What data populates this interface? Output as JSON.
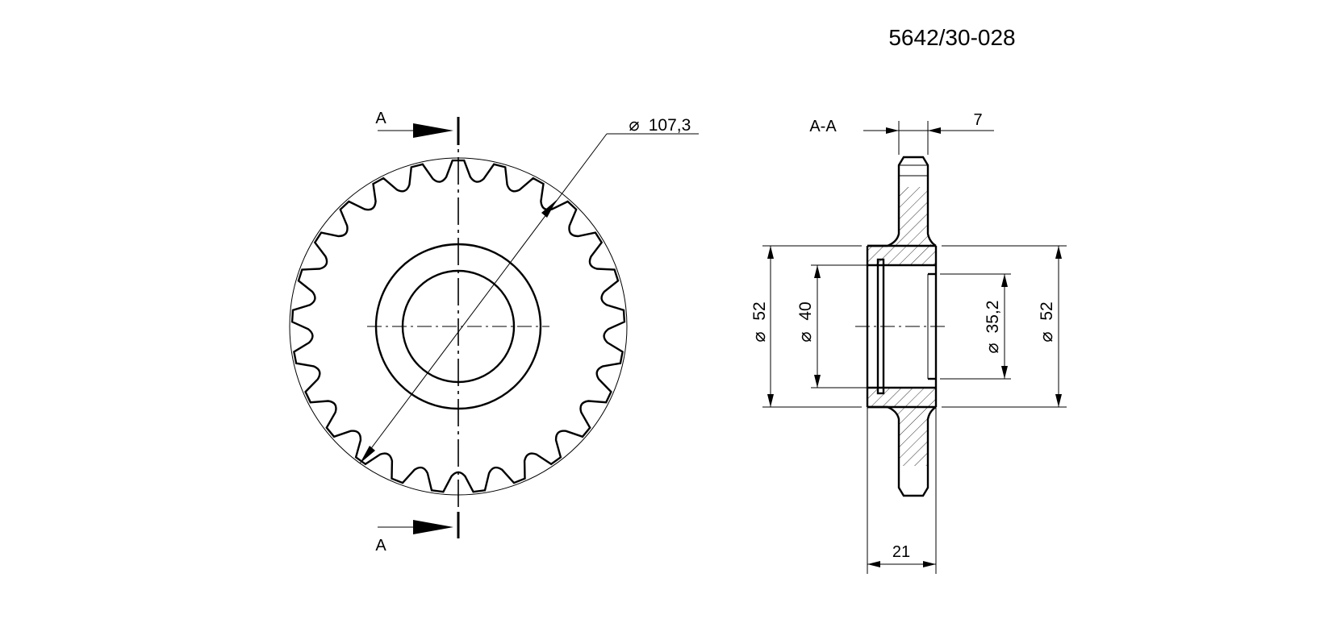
{
  "drawing": {
    "part_number": "5642/30-028",
    "section_label": "A-A",
    "section_marker_top": "A",
    "section_marker_bottom": "A",
    "teeth_count": 25,
    "dimensions": {
      "outer_diameter": "107,3",
      "hub_diameter_left": "52",
      "bore_recess_diameter": "40",
      "bore_diameter": "35,2",
      "hub_diameter_right": "52",
      "tooth_width": "7",
      "hub_length": "21"
    },
    "diameter_symbol": "⌀"
  }
}
